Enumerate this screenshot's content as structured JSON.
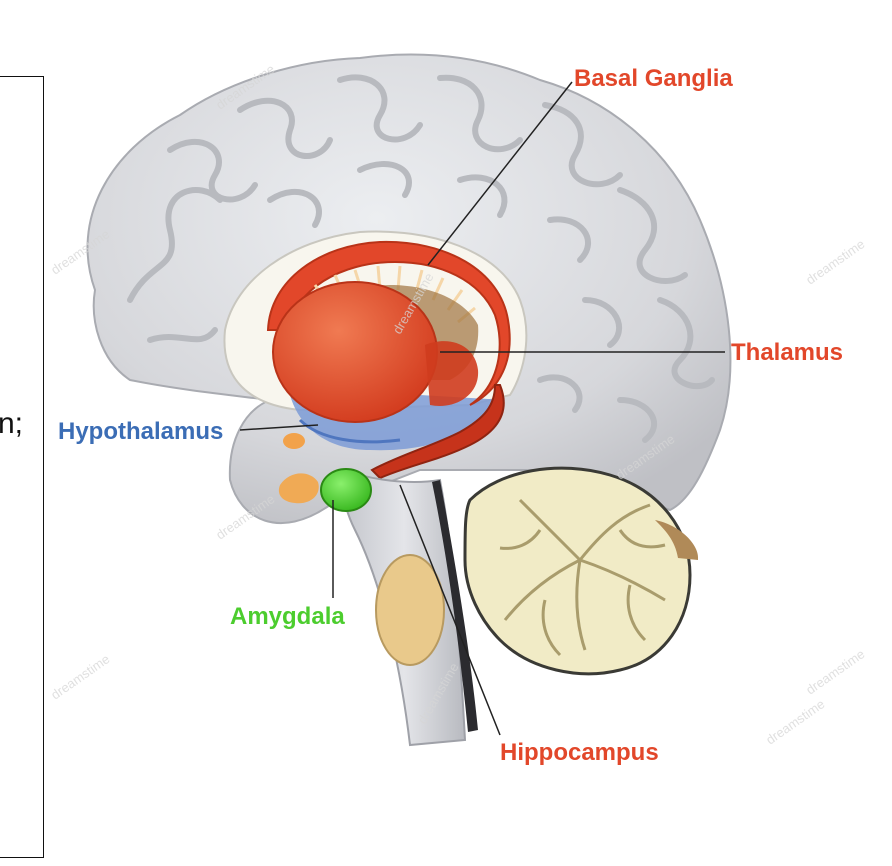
{
  "left_panel": {
    "text_fragment": "n;"
  },
  "labels": {
    "basal_ganglia": "Basal Ganglia",
    "thalamus": "Thalamus",
    "hypothalamus": "Hypothalamus",
    "amygdala": "Amygdala",
    "hippocampus": "Hippocampus"
  },
  "watermark": {
    "text": "dreamstime"
  },
  "colors": {
    "basal_ganglia": "#e2472a",
    "thalamus": "#e2472a",
    "hypothalamus": "#3b6db5",
    "amygdala": "#4ccd2e",
    "hippocampus": "#e2472a",
    "brain_gray": "#d7d8dc",
    "cerebellum": "#efe8c2"
  }
}
